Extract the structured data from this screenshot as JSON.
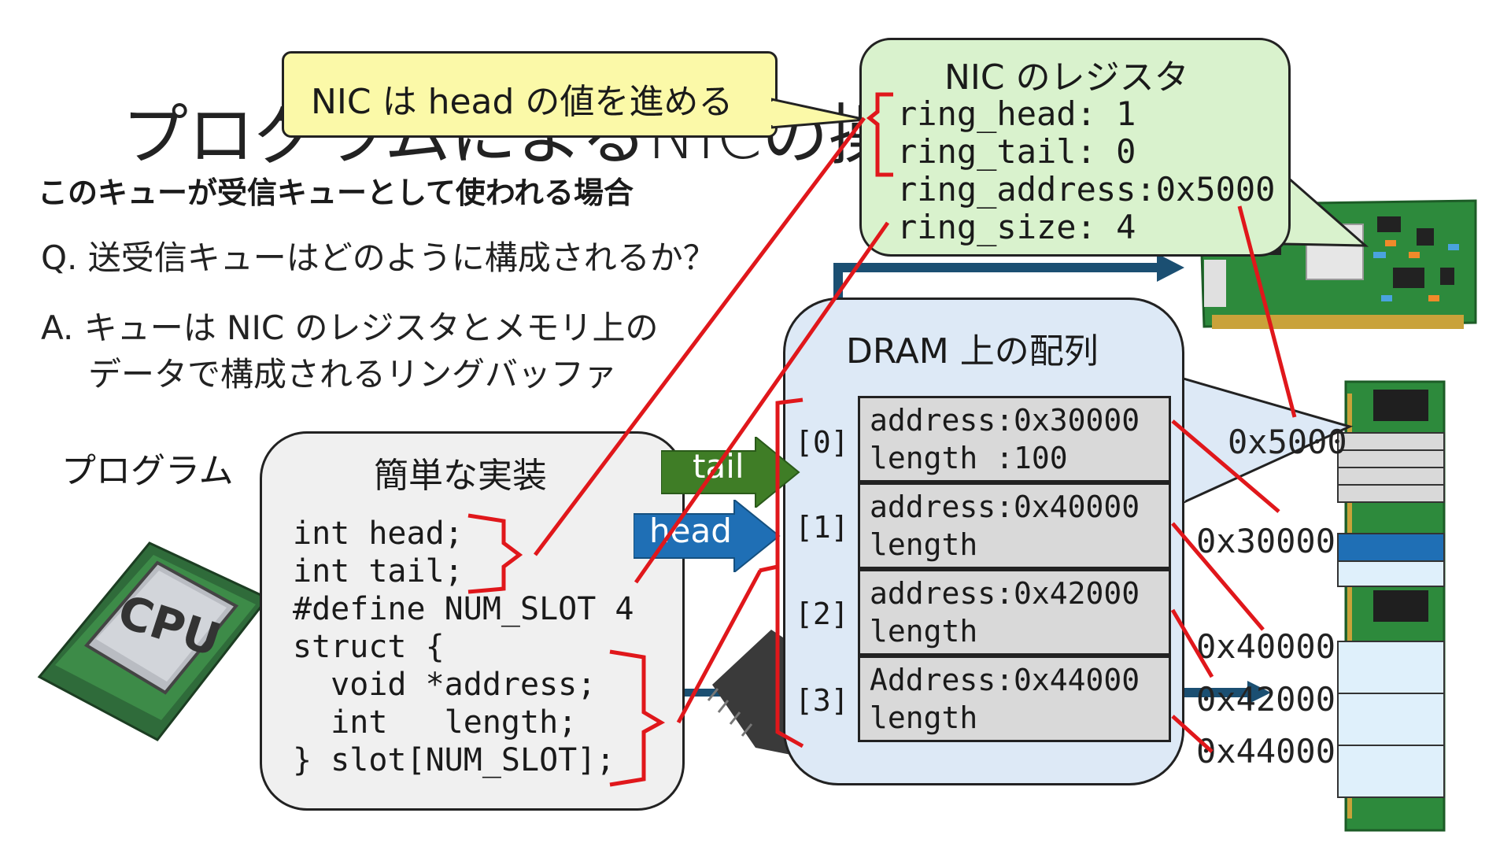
{
  "slide": {
    "title": "プログラムによるNICの操作",
    "subtitle": "このキューが受信キューとして使われる場合",
    "question": "Q. 送受信キューはどのように構成されるか？",
    "answer_line1": "A. キューは NIC のレジスタとメモリ上の",
    "answer_line2": "データで構成されるリングバッファ",
    "program_label": "プログラム"
  },
  "callout": {
    "text": "NIC は head の値を進める"
  },
  "nic_registers": {
    "title": "NIC のレジスタ",
    "lines": [
      "ring_head: 1",
      "ring_tail: 0",
      "ring_address:0x5000",
      "ring_size: 4"
    ]
  },
  "implementation": {
    "title": "簡単な実装",
    "code": [
      "int head;",
      "int tail;",
      "#define NUM_SLOT 4",
      "struct {",
      "  void *address;",
      "  int   length;",
      "} slot[NUM_SLOT];"
    ]
  },
  "dram": {
    "title": "DRAM 上の配列",
    "slots": [
      {
        "index": "[0]",
        "line1": "address:0x30000",
        "line2": "length :100"
      },
      {
        "index": "[1]",
        "line1": "address:0x40000",
        "line2": "length"
      },
      {
        "index": "[2]",
        "line1": "address:0x42000",
        "line2": "length"
      },
      {
        "index": "[3]",
        "line1": "Address:0x44000",
        "line2": "length"
      }
    ]
  },
  "pointers": {
    "tail": "tail",
    "head": "head"
  },
  "memory_addresses": [
    "0x5000",
    "0x30000",
    "0x40000",
    "0x42000",
    "0x44000"
  ],
  "cpu_chip": {
    "label": "CPU"
  },
  "colors": {
    "red": "#e0171b",
    "tail_green": "#3f7d26",
    "head_blue": "#1f6fb5",
    "nic_green": "#d9f2cd",
    "callout_yellow": "#fbf9a8",
    "dram_blue": "#dde9f6",
    "arrow_dark": "#1b4f72"
  }
}
